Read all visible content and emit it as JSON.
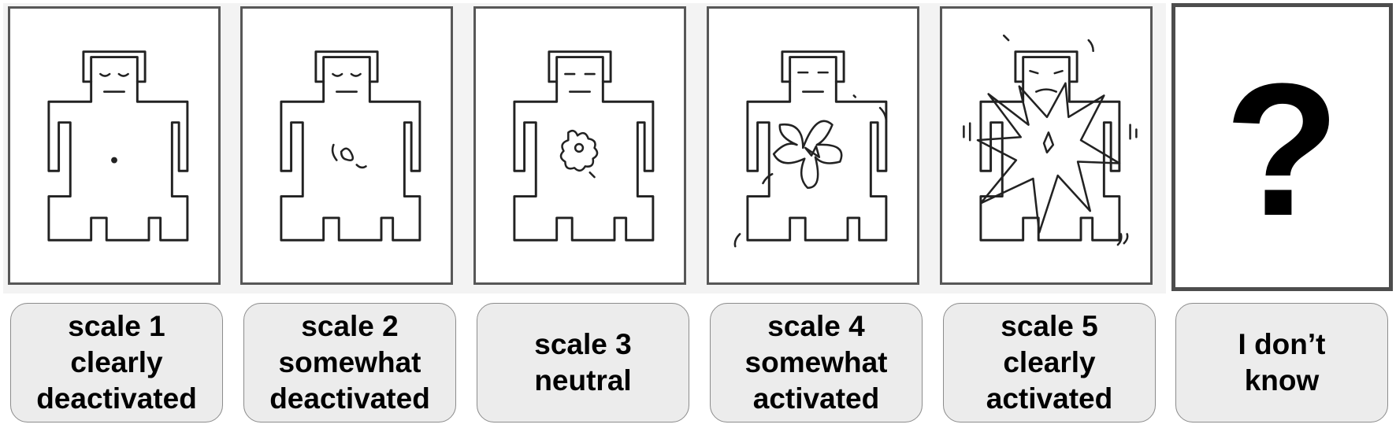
{
  "scale_options": [
    {
      "line1": "scale 1",
      "line2": "clearly",
      "line3": "deactivated"
    },
    {
      "line1": "scale 2",
      "line2": "somewhat",
      "line3": "deactivated"
    },
    {
      "line1": "scale 3",
      "line2": "neutral"
    },
    {
      "line1": "scale 4",
      "line2": "somewhat",
      "line3": "activated"
    },
    {
      "line1": "scale 5",
      "line2": "clearly",
      "line3": "activated"
    },
    {
      "line1": "I don’t",
      "line2": "know"
    }
  ],
  "unknown_card": {
    "symbol": "?"
  },
  "icons": [
    "sam-figure-deactivated-icon",
    "sam-figure-somewhat-deactivated-icon",
    "sam-figure-neutral-icon",
    "sam-figure-somewhat-activated-icon",
    "sam-figure-activated-icon",
    "question-mark-icon"
  ],
  "colors": {
    "card_border": "#575757",
    "button_fill": "#ececec",
    "button_border": "#8c8c8c",
    "text": "#000000"
  }
}
